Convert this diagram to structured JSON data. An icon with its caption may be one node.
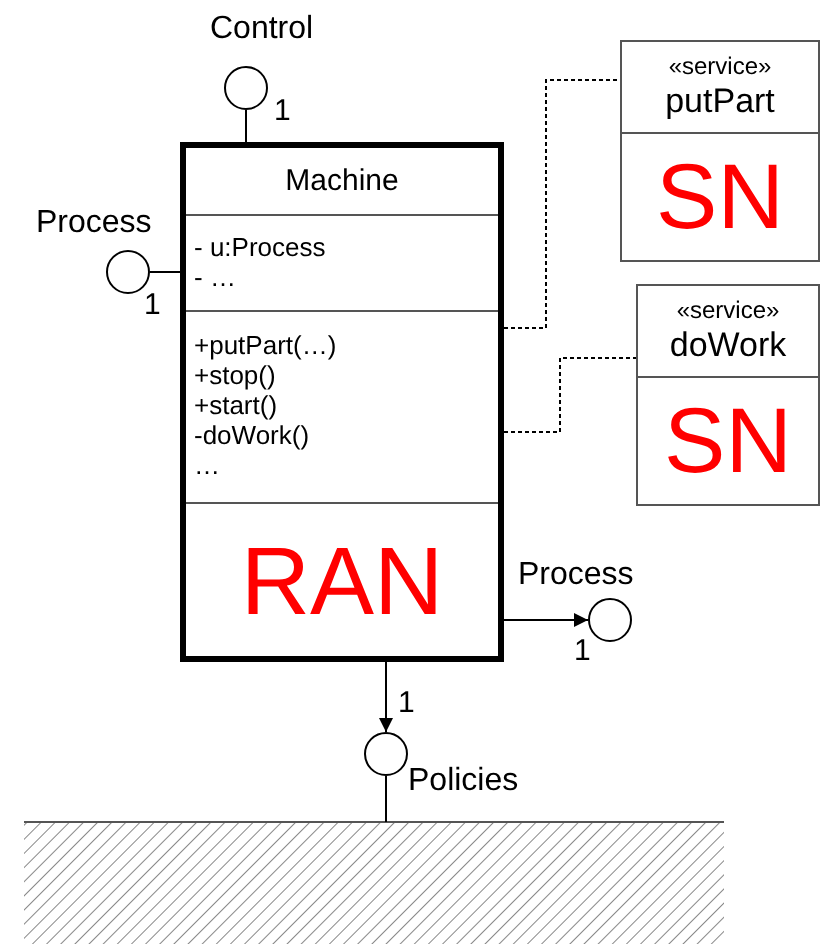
{
  "diagram": {
    "nodes": [
      {
        "text": [
          "Machine",
          "- u:Process",
          "- …",
          "+putPart(…)",
          "+stop()",
          "+start()",
          "-doWork()",
          "…",
          "RAN"
        ]
      },
      {
        "text": [],
        "shape": "circle",
        "beside": [
          "Control"
        ]
      },
      {
        "text": [],
        "shape": "circle",
        "beside": [
          "Process"
        ]
      },
      {
        "text": [
          "«service»",
          "putPart",
          "SN"
        ]
      },
      {
        "text": [
          "«service»",
          "doWork",
          "SN"
        ]
      },
      {
        "text": [],
        "shape": "circle",
        "beside": [
          "Process"
        ]
      },
      {
        "text": [],
        "shape": "circle",
        "beside": [
          "Policies"
        ]
      },
      {
        "text": [],
        "shape": "box"
      }
    ],
    "edges": [
      {
        "from": 1,
        "to": 0,
        "arrow": "none",
        "label": "1"
      },
      {
        "from": 2,
        "to": 0,
        "arrow": "none",
        "label": "1"
      },
      {
        "from": 0,
        "to": 3,
        "arrow": "none",
        "style": "dashed"
      },
      {
        "from": 0,
        "to": 4,
        "arrow": "none",
        "style": "dashed"
      },
      {
        "from": 0,
        "to": 5,
        "arrow": "to",
        "label": "1"
      },
      {
        "from": 0,
        "to": 6,
        "arrow": "to",
        "label": "1"
      },
      {
        "from": 6,
        "to": 7,
        "arrow": "none"
      }
    ]
  }
}
